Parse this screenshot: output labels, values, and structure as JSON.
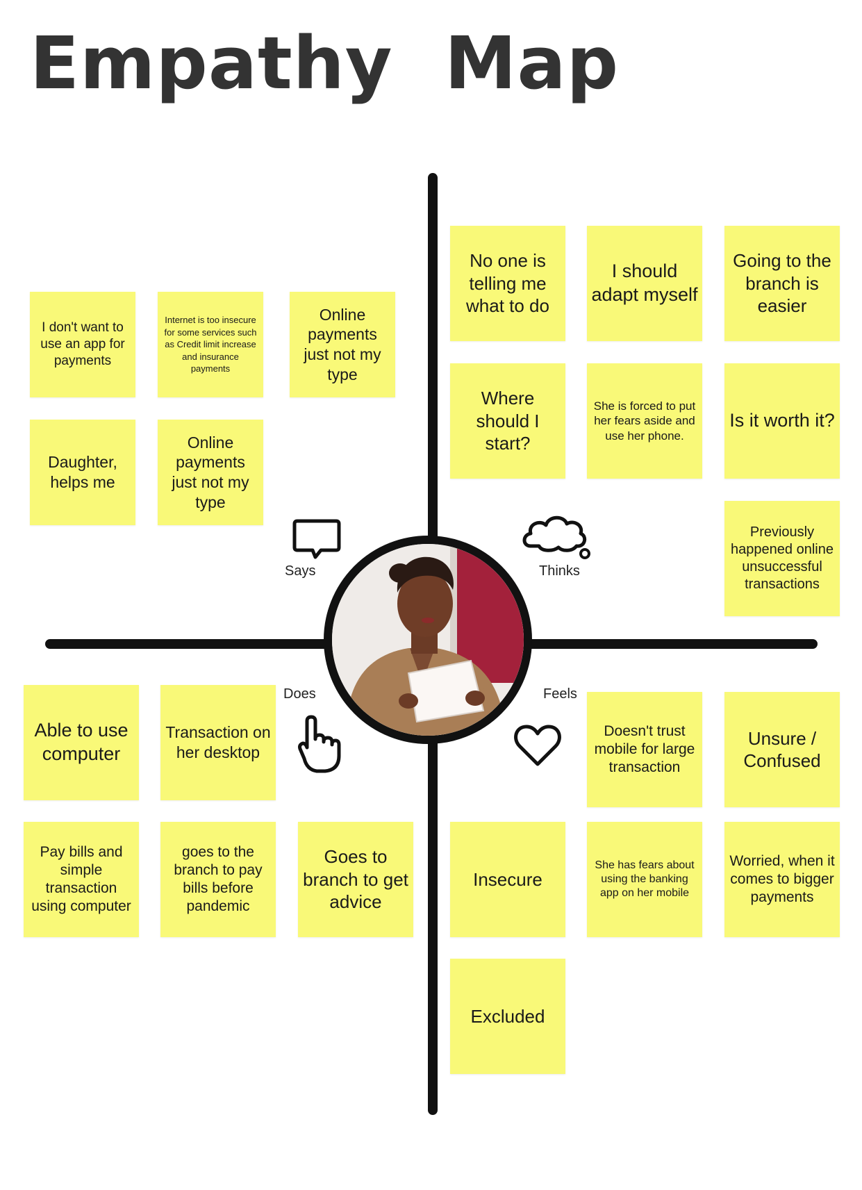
{
  "title": "Empathy  Map",
  "quadrants": {
    "says": {
      "label": "Says",
      "icon": "speech-bubble-icon"
    },
    "thinks": {
      "label": "Thinks",
      "icon": "thought-cloud-icon"
    },
    "does": {
      "label": "Does",
      "icon": "pointing-hand-icon"
    },
    "feels": {
      "label": "Feels",
      "icon": "heart-icon"
    }
  },
  "notes": {
    "says": [
      "I don't want to use an app for payments",
      "Internet is too insecure for some services such as Credit limit increase and insurance payments",
      "Online payments just not my type",
      "Daughter, helps me",
      "Online payments just not my type"
    ],
    "thinks": [
      "No one is telling me what to do",
      "I should adapt myself",
      "Going to the branch is easier",
      "Where should I start?",
      "She is forced to put her fears aside and use her phone.",
      "Is it worth it?",
      "Previously happened online unsuccessful transactions"
    ],
    "does": [
      "Able to use computer",
      "Transaction on her desktop",
      "Pay bills and simple transaction using computer",
      "goes to the branch to pay bills before pandemic",
      "Goes to branch to get advice"
    ],
    "feels": [
      "Doesn't trust mobile for large transaction",
      "Unsure / Confused",
      "Insecure",
      "She has fears about using the banking app on her mobile",
      "Worried, when it comes to bigger payments",
      "Excluded"
    ]
  },
  "colors": {
    "sticky": "#f9f978",
    "axis": "#111111",
    "title": "#333333"
  },
  "portrait": {
    "description_icon": "woman-reading-paper-photo"
  }
}
